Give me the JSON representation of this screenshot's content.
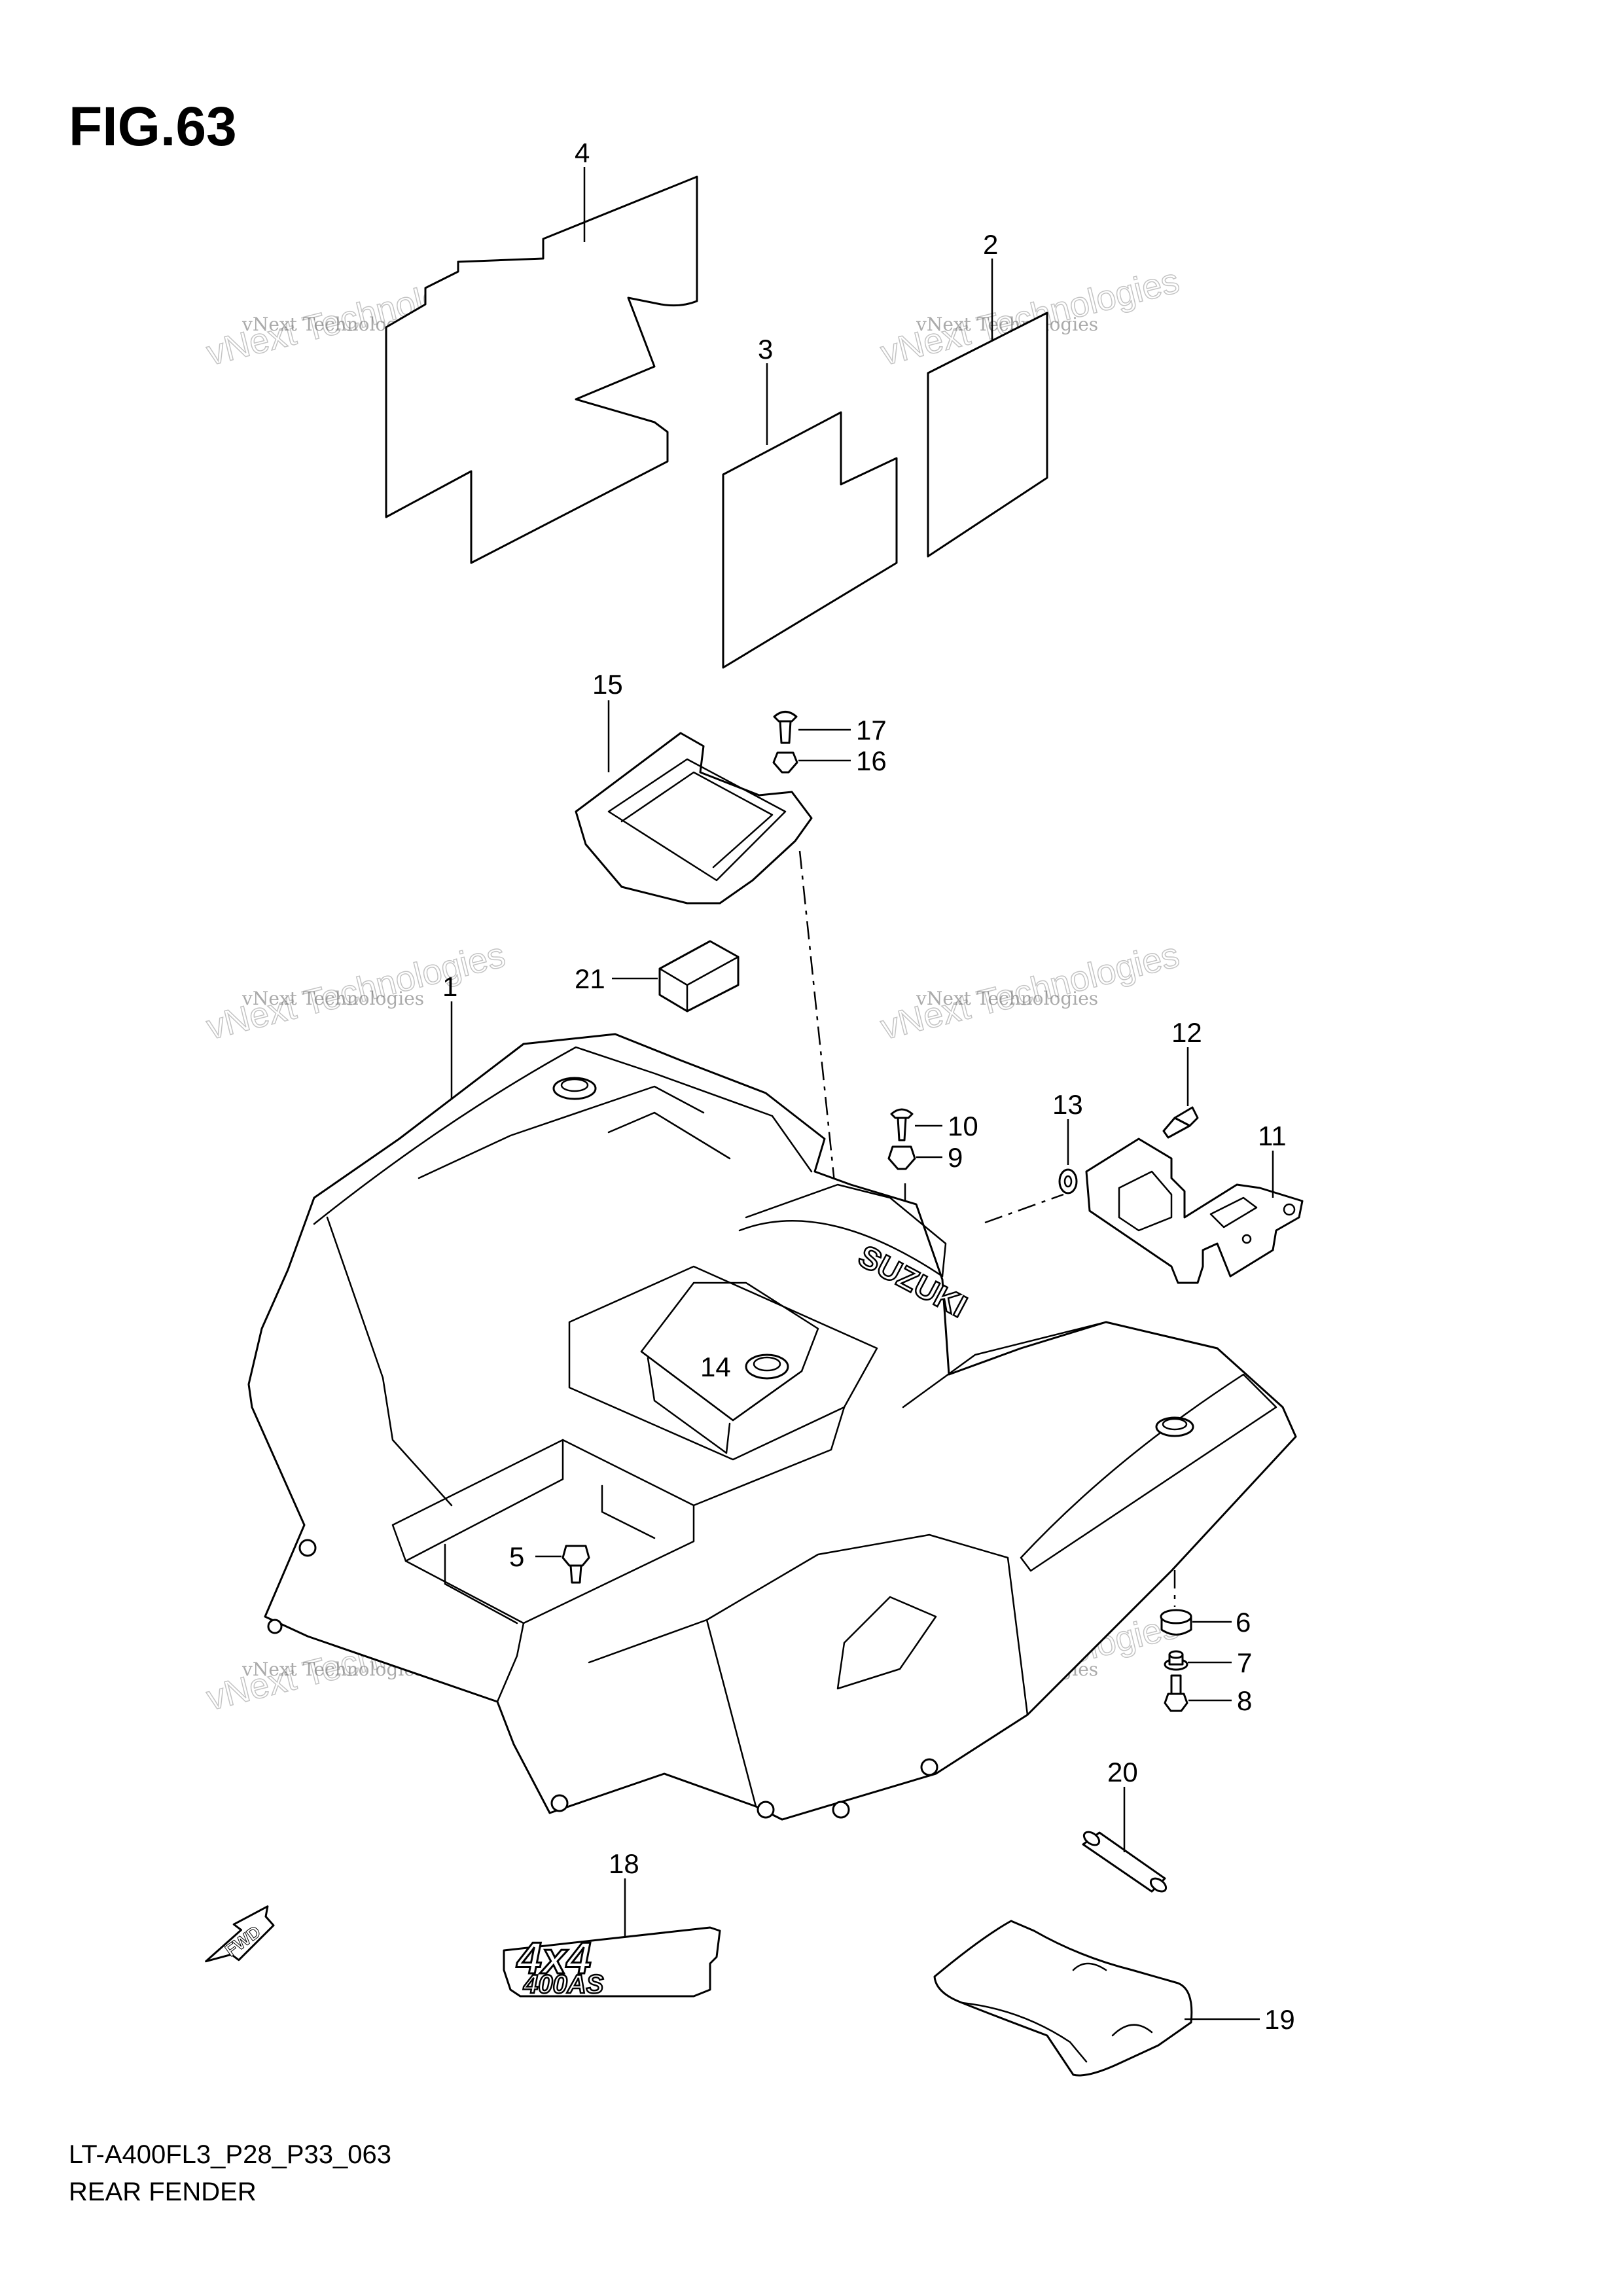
{
  "figure": {
    "title": "FIG.63",
    "model_code": "LT-A400FL3_P28_P33_063",
    "caption": "REAR FENDER"
  },
  "watermark": {
    "line1": "vNext Technologies",
    "line2": "vNext Technologies"
  },
  "callouts": [
    {
      "id": "1",
      "label": "1",
      "part": "rear-fender"
    },
    {
      "id": "2",
      "label": "2",
      "part": "label-small"
    },
    {
      "id": "3",
      "label": "3",
      "part": "label-medium"
    },
    {
      "id": "4",
      "label": "4",
      "part": "label-large"
    },
    {
      "id": "5",
      "label": "5",
      "part": "bolt"
    },
    {
      "id": "6",
      "label": "6",
      "part": "cushion"
    },
    {
      "id": "7",
      "label": "7",
      "part": "collar"
    },
    {
      "id": "8",
      "label": "8",
      "part": "bolt"
    },
    {
      "id": "9",
      "label": "9",
      "part": "nut"
    },
    {
      "id": "10",
      "label": "10",
      "part": "screw"
    },
    {
      "id": "11",
      "label": "11",
      "part": "bracket"
    },
    {
      "id": "12",
      "label": "12",
      "part": "screw"
    },
    {
      "id": "13",
      "label": "13",
      "part": "washer"
    },
    {
      "id": "14",
      "label": "14",
      "part": "cap"
    },
    {
      "id": "15",
      "label": "15",
      "part": "box"
    },
    {
      "id": "16",
      "label": "16",
      "part": "nut"
    },
    {
      "id": "17",
      "label": "17",
      "part": "screw"
    },
    {
      "id": "18",
      "label": "18",
      "part": "emblem"
    },
    {
      "id": "19",
      "label": "19",
      "part": "cover"
    },
    {
      "id": "20",
      "label": "20",
      "part": "pin"
    },
    {
      "id": "21",
      "label": "21",
      "part": "pad"
    }
  ],
  "fender_logo": "SUZUKI",
  "emblem_text": {
    "line1": "4x4",
    "line2": "400AS"
  },
  "direction_arrow": "FWD"
}
